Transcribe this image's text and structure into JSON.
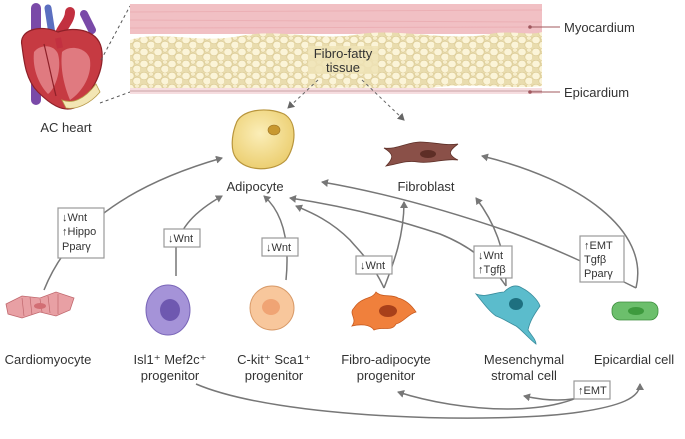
{
  "heart_label": "AC heart",
  "layers": {
    "myocardium": "Myocardium",
    "fibro_fatty": [
      "Fibro-fatty",
      "tissue"
    ],
    "epicardium": "Epicardium"
  },
  "targets": {
    "adipocyte": "Adipocyte",
    "fibroblast": "Fibroblast"
  },
  "cells": {
    "cardiomyocyte": [
      "Cardiomyocyte"
    ],
    "isl1": [
      "Isl1⁺ Mef2c⁺",
      "progenitor"
    ],
    "ckit": [
      "C-kit⁺ Sca1⁺",
      "progenitor"
    ],
    "fibro_adipocyte": [
      "Fibro-adipocyte",
      "progenitor"
    ],
    "mesenchymal": [
      "Mesenchymal",
      "stromal cell"
    ],
    "epicardial": [
      "Epicardial cell"
    ]
  },
  "signals": {
    "cardiomyocyte": [
      "↓Wnt",
      "↑Hippo",
      "Pparγ"
    ],
    "isl1": [
      "↓Wnt"
    ],
    "ckit": [
      "↓Wnt"
    ],
    "fibro_adipocyte": [
      "↓Wnt"
    ],
    "mesenchymal": [
      "↓Wnt",
      "↑Tgfβ"
    ],
    "epicardial": [
      "↑EMT",
      "Tgfβ",
      "Pparγ"
    ],
    "emt": [
      "↑EMT"
    ]
  },
  "colors": {
    "myocardium": "#f2c4c8",
    "fat": "#f2e8c4",
    "adipocyte": "#f5dc8c",
    "fibroblast": "#8a5048",
    "cardiomyocyte": "#e8a0a4",
    "isl1": "#a593d8",
    "ckit": "#f8c79c",
    "fibro_adipocyte": "#f0803c",
    "mesenchymal": "#5bbccc",
    "epicardial": "#6cbf6c",
    "arrow": "#777777"
  }
}
